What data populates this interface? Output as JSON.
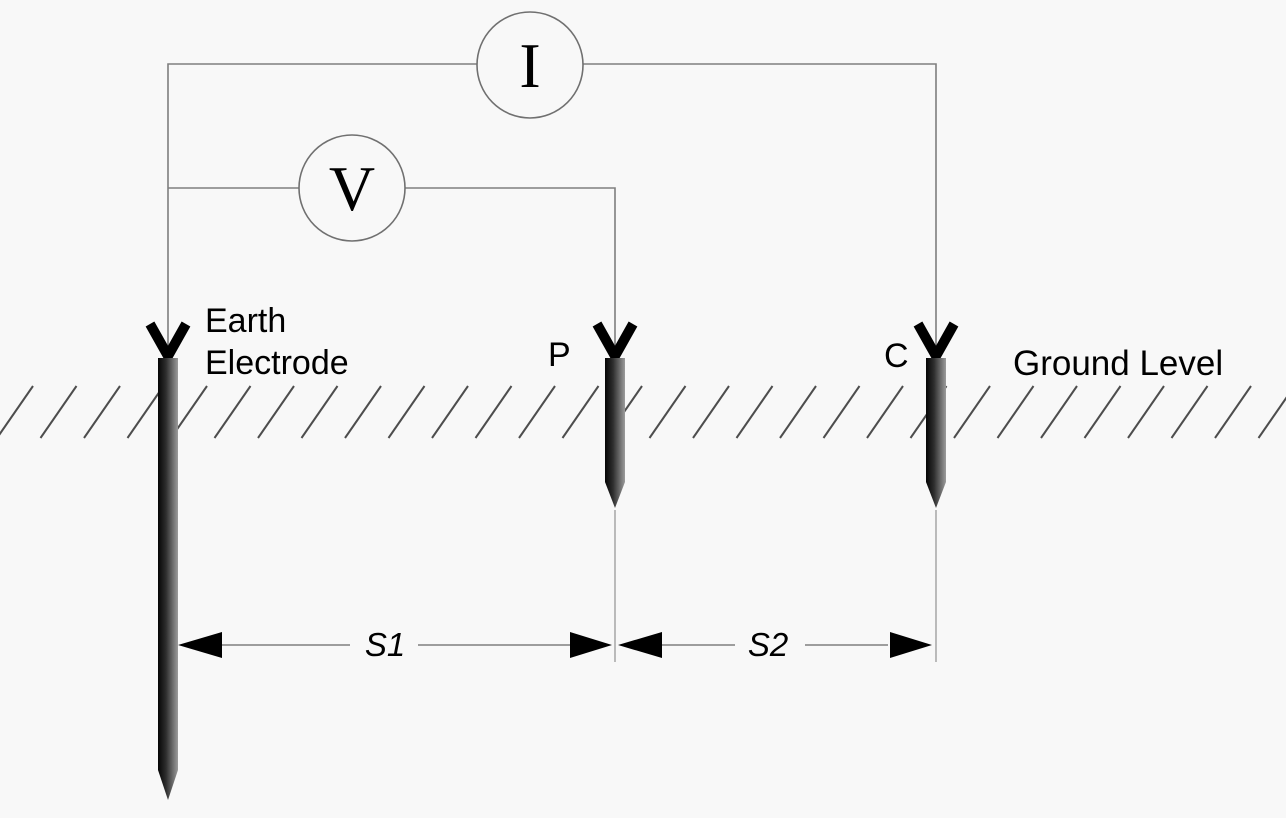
{
  "meters": {
    "ammeter_label": "I",
    "voltmeter_label": "V"
  },
  "electrodes": {
    "earth_label_line1": "Earth",
    "earth_label_line2": "Electrode",
    "potential_label": "P",
    "current_label": "C"
  },
  "annotations": {
    "ground_level": "Ground Level",
    "spacing_s1": "S1",
    "spacing_s2": "S2"
  },
  "colors": {
    "background": "#f8f8f8",
    "wire": "#7f7f7f",
    "ink": "#000000",
    "hatch": "#4d4d4d",
    "meter_stroke": "#707070",
    "ext_line": "#9a9a9a",
    "rod_dark": "#050505",
    "rod_mid": "#2e2e2e",
    "rod_light": "#9c9c9c"
  }
}
